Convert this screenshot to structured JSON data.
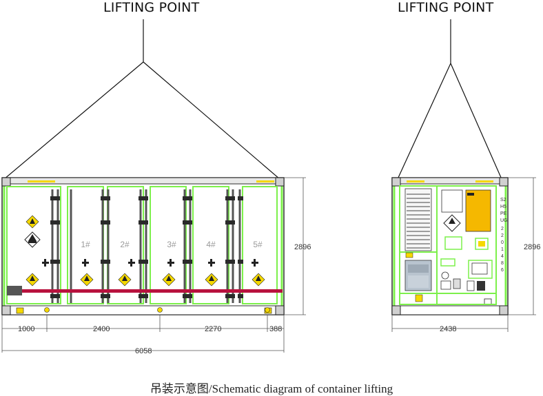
{
  "labels": {
    "left_lifting_point": "LIFTING POINT",
    "right_lifting_point": "LIFTING POINT"
  },
  "side_view": {
    "height_dim": "2896",
    "dims": [
      "1000",
      "2400",
      "2270",
      "388"
    ],
    "total_length": "6058",
    "module_marks": [
      "1#",
      "2#",
      "3#",
      "4#",
      "5#"
    ]
  },
  "end_view": {
    "height_dim": "2896",
    "width_dim": "2438",
    "door_marks": [
      "S2",
      "H5",
      "PE",
      "UG",
      "2",
      "2",
      "0",
      "1",
      "4",
      "8",
      "6"
    ]
  },
  "caption": "吊装示意图/Schematic diagram of container lifting",
  "colors": {
    "frame_green": "#7CF04A",
    "outline": "#222222",
    "warning_yellow": "#F5D800",
    "rail_red": "#B8123E"
  }
}
